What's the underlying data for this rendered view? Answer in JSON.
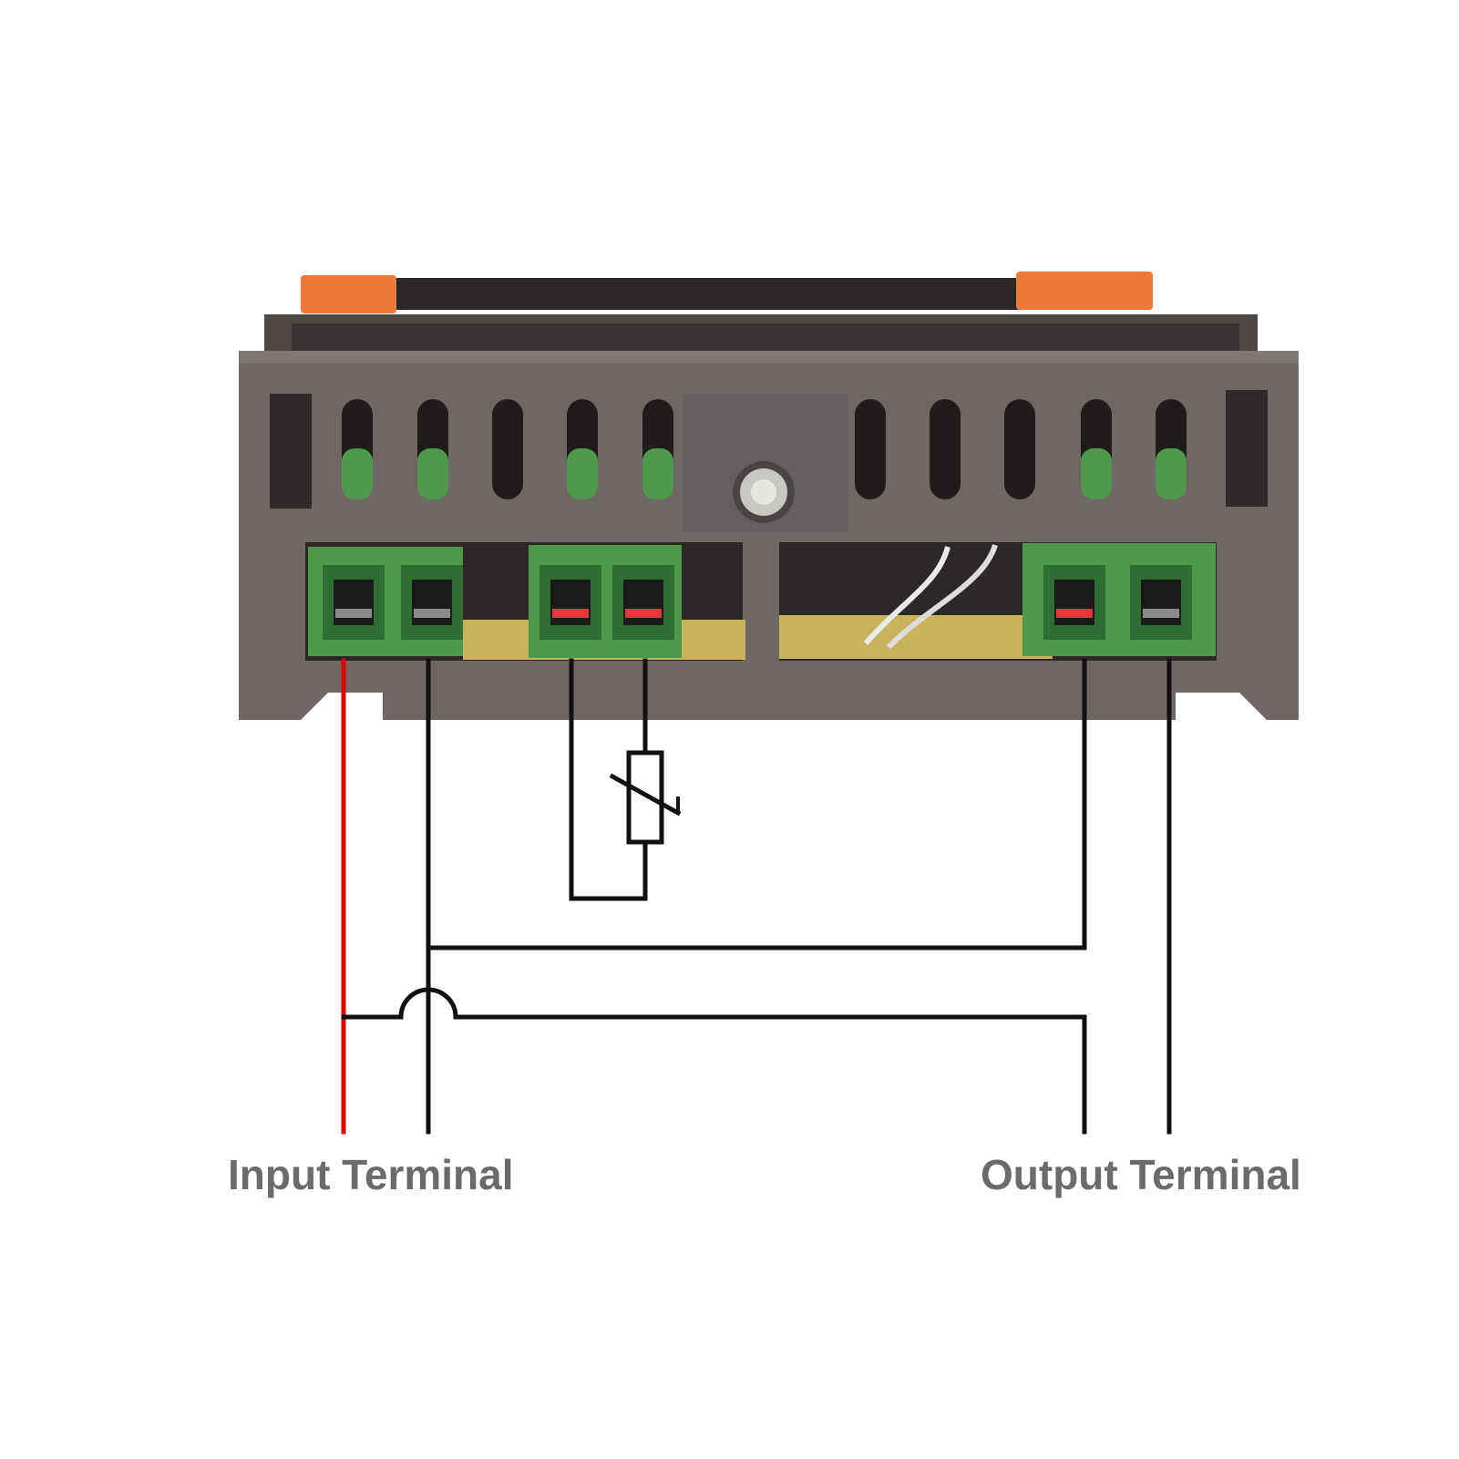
{
  "labels": {
    "input_terminal": "Input Terminal",
    "output_terminal": "Output Terminal"
  },
  "colors": {
    "housing": "#6f6765",
    "housing_dark": "#4f4847",
    "terminal_green": "#4e9a4a",
    "terminal_green_dark": "#2f6e33",
    "pcb": "#c8b35a",
    "clip_orange": "#f07838",
    "wire_black": "#111111",
    "wire_red": "#e00000",
    "caption_gray": "#6b6b6b"
  },
  "components": {
    "housing": "thermostat-controller-housing",
    "terminals": 6,
    "sensor": "thermistor-symbol",
    "screw": "screw-icon"
  }
}
